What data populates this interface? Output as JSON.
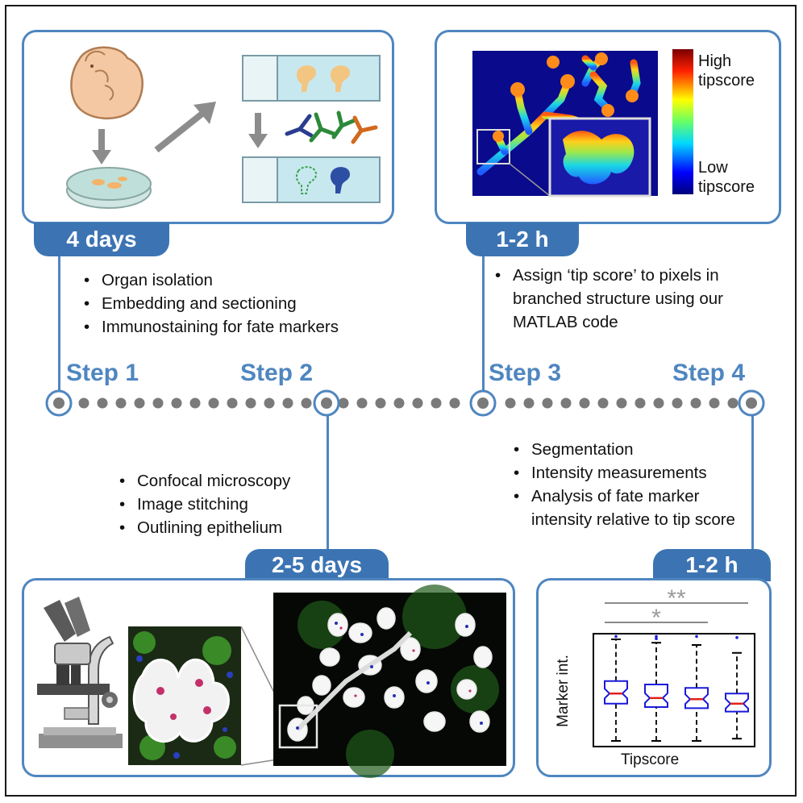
{
  "step1": {
    "label": "Step 1",
    "duration": "4 days",
    "bullets": [
      "Organ isolation",
      "Embedding and sectioning",
      "Immunostaining for fate markers"
    ]
  },
  "step2": {
    "label": "Step 2",
    "duration": "2-5 days",
    "bullets": [
      "Confocal microscopy",
      "Image stitching",
      "Outlining epithelium"
    ]
  },
  "step3": {
    "label": "Step 3",
    "duration": "1-2 h",
    "bullets": [
      "Assign ‘tip score’ to pixels in branched structure using our MATLAB code"
    ],
    "colorbar": {
      "high": "High tipscore",
      "low": "Low tipscore"
    }
  },
  "step4": {
    "label": "Step 4",
    "duration": "1-2 h",
    "bullets": [
      "Segmentation",
      "Intensity measurements",
      "Analysis of fate marker intensity relative to tip score"
    ],
    "plot": {
      "ylabel": "Marker int.",
      "xlabel": "Tipscore",
      "sig_top": "**",
      "sig_bottom": "*"
    }
  },
  "colors": {
    "accent": "#4f86c0",
    "tab": "#3c74b3",
    "dots": "#7a7a7a",
    "box": "#1a1adb",
    "median": "#e0201a"
  },
  "icons": [
    "embryo-icon",
    "petri-dish-icon",
    "arrow-icon",
    "slide-icon",
    "antibody-icon",
    "microscope-icon",
    "micrograph-icon",
    "heatmap-icon"
  ],
  "chart_data": {
    "type": "box",
    "xlabel": "Tipscore",
    "ylabel": "Marker int.",
    "categories": [
      "",
      "",
      "",
      ""
    ],
    "boxes": [
      {
        "whisker_low": 0.05,
        "q1": 0.38,
        "median": 0.47,
        "q3": 0.58,
        "whisker_high": 0.95
      },
      {
        "whisker_low": 0.05,
        "q1": 0.35,
        "median": 0.43,
        "q3": 0.55,
        "whisker_high": 0.92
      },
      {
        "whisker_low": 0.05,
        "q1": 0.34,
        "median": 0.42,
        "q3": 0.52,
        "whisker_high": 0.9
      },
      {
        "whisker_low": 0.07,
        "q1": 0.31,
        "median": 0.38,
        "q3": 0.47,
        "whisker_high": 0.83
      }
    ],
    "outliers": [
      [
        1,
        0.99
      ],
      [
        2,
        0.99
      ],
      [
        2,
        0.97
      ],
      [
        3,
        0.99
      ],
      [
        4,
        0.98
      ]
    ],
    "significance": [
      {
        "from": 1,
        "to": 4,
        "label": "**"
      },
      {
        "from": 1,
        "to": 3,
        "label": "*"
      }
    ]
  }
}
